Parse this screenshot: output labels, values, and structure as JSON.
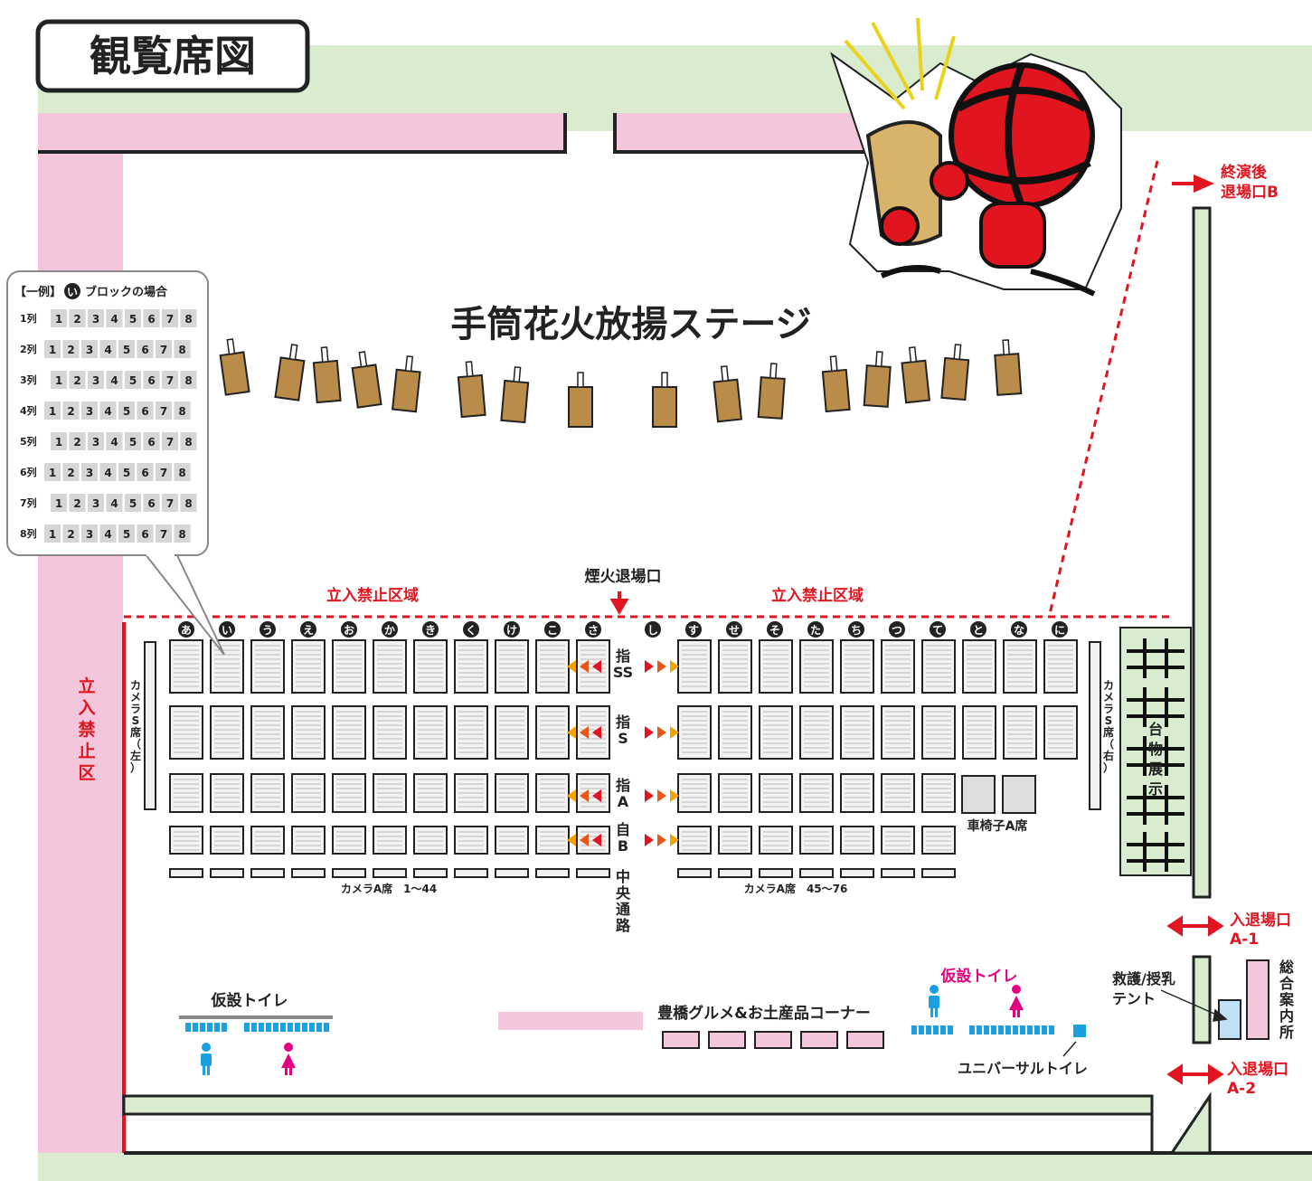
{
  "title": "観覧席図",
  "stage_label": "手筒花火放揚ステージ",
  "exit_fireworks": "煙火退場口",
  "no_entry": "立入禁止区域",
  "exit_b": {
    "line1": "終演後",
    "line2": "退場口B"
  },
  "entrance_a1": {
    "line1": "入退場口",
    "line2": "A-1"
  },
  "entrance_a2": {
    "line1": "入退場口",
    "line2": "A-2"
  },
  "camera_s_left": "カメラS席（左）",
  "camera_s_right": "カメラS席（右）",
  "display_label": "台物展示",
  "wheelchair": "車椅子A席",
  "camera_a_left": "カメラA席　1〜44",
  "camera_a_right": "カメラA席　45〜76",
  "center_aisle": "中央通路",
  "seat_classes": [
    "指SS",
    "指S",
    "指A",
    "自B"
  ],
  "toilet_left": "仮設トイレ",
  "toilet_right": "仮設トイレ",
  "universal_toilet": "ユニバーサルトイレ",
  "gourmet": "豊橋グルメ&お土産品コーナー",
  "rescue_tent": {
    "line1": "救護/授乳",
    "line2": "テント"
  },
  "info_center": "総合案内所",
  "blocks_left": [
    "あ",
    "い",
    "う",
    "え",
    "お",
    "か",
    "き",
    "く",
    "け",
    "こ",
    "さ"
  ],
  "blocks_right": [
    "し",
    "す",
    "せ",
    "そ",
    "た",
    "ち",
    "つ",
    "て",
    "と",
    "な",
    "に"
  ],
  "example": {
    "prefix": "【一例】",
    "block": "い",
    "suffix": "ブロックの場合",
    "rows": [
      "1列",
      "2列",
      "3列",
      "4列",
      "5列",
      "6列",
      "7列",
      "8列"
    ],
    "seats": [
      "1",
      "2",
      "3",
      "4",
      "5",
      "6",
      "7",
      "8"
    ]
  },
  "colors": {
    "pink": "#f4c6dc",
    "green": "#d9ecd0",
    "red": "#e0151f",
    "brown": "#b98c4a",
    "blue": "#1a9fe0",
    "magenta": "#e4007f",
    "seat": "#f2f2f2"
  }
}
